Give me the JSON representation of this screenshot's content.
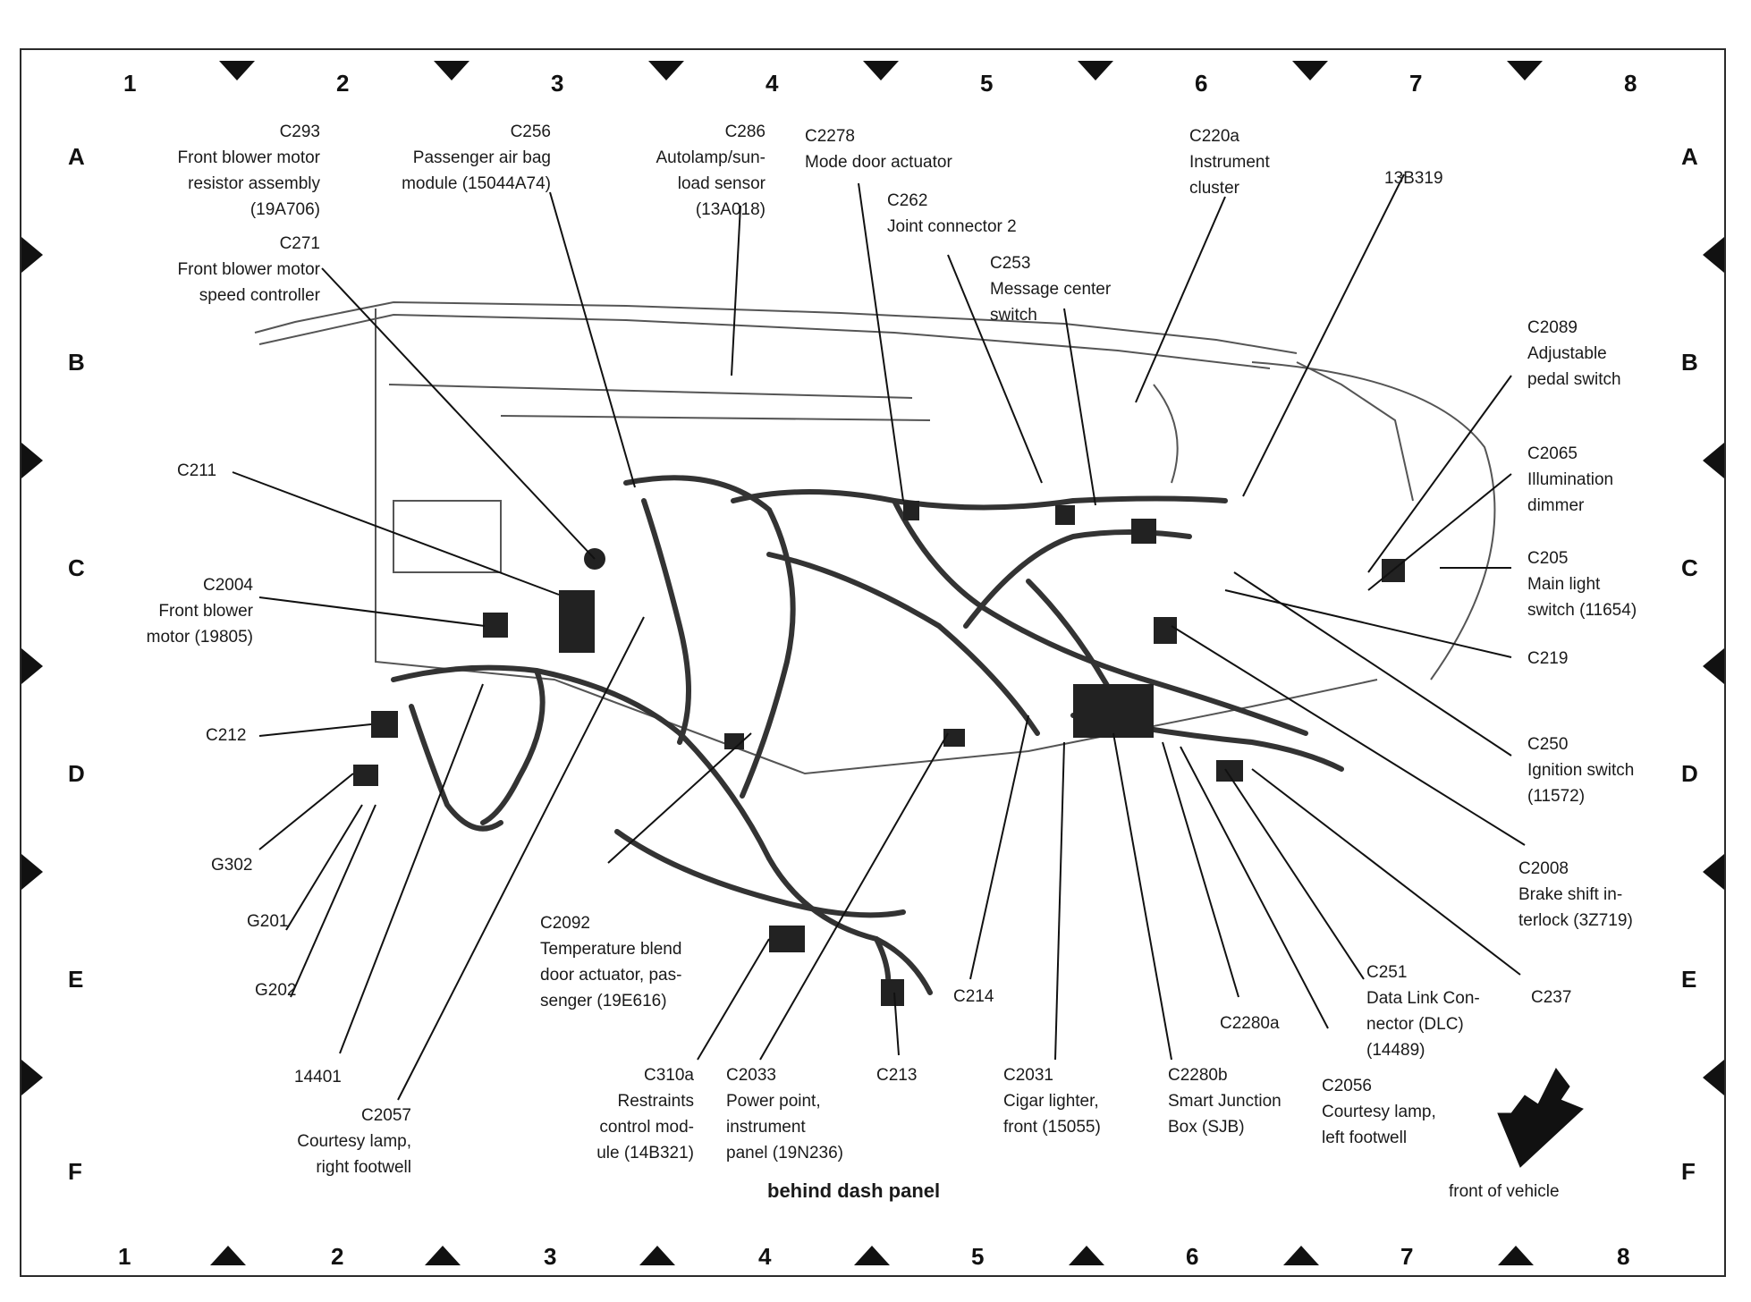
{
  "grid": {
    "columns": [
      "1",
      "2",
      "3",
      "4",
      "5",
      "6",
      "7",
      "8"
    ],
    "rows": [
      "A",
      "B",
      "C",
      "D",
      "E",
      "F"
    ]
  },
  "labels": {
    "c293": [
      "C293",
      "Front blower motor",
      "resistor assembly",
      "(19A706)"
    ],
    "c271": [
      "C271",
      "Front blower motor",
      "speed controller"
    ],
    "c256": [
      "C256",
      "Passenger air bag",
      "module (15044A74)"
    ],
    "c286": [
      "C286",
      "Autolamp/sun-",
      "load sensor",
      "(13A018)"
    ],
    "c2278": [
      "C2278",
      "Mode door actuator"
    ],
    "c262": [
      "C262",
      "Joint connector 2"
    ],
    "c253": [
      "C253",
      "Message center",
      "switch"
    ],
    "c220a": [
      "C220a",
      "Instrument",
      "cluster"
    ],
    "b13b319": [
      "13B319"
    ],
    "c2089": [
      "C2089",
      "Adjustable",
      "pedal switch"
    ],
    "c2065": [
      "C2065",
      "Illumination",
      "dimmer"
    ],
    "c205": [
      "C205",
      "Main light",
      "switch (11654)"
    ],
    "c219": [
      "C219"
    ],
    "c250": [
      "C250",
      "Ignition switch",
      "(11572)"
    ],
    "c2008": [
      "C2008",
      "Brake shift in-",
      "terlock (3Z719)"
    ],
    "c237": [
      "C237"
    ],
    "c211": [
      "C211"
    ],
    "c2004": [
      "C2004",
      "Front blower",
      "motor (19805)"
    ],
    "c212": [
      "C212"
    ],
    "g302": [
      "G302"
    ],
    "g201": [
      "G201"
    ],
    "g202": [
      "G202"
    ],
    "n14401": [
      "14401"
    ],
    "c2057": [
      "C2057",
      "Courtesy lamp,",
      "right footwell"
    ],
    "c2092": [
      "C2092",
      "Temperature blend",
      "door actuator, pas-",
      "senger (19E616)"
    ],
    "c310a": [
      "C310a",
      "Restraints",
      "control mod-",
      "ule (14B321)"
    ],
    "c2033": [
      "C2033",
      "Power point,",
      "instrument",
      "panel (19N236)"
    ],
    "c213": [
      "C213"
    ],
    "c214": [
      "C214"
    ],
    "c2031": [
      "C2031",
      "Cigar lighter,",
      "front (15055)"
    ],
    "c2280a": [
      "C2280a"
    ],
    "c2280b": [
      "C2280b",
      "Smart Junction",
      "Box (SJB)"
    ],
    "c251": [
      "C251",
      "Data Link Con-",
      "nector (DLC)",
      "(14489)"
    ],
    "c2056": [
      "C2056",
      "Courtesy lamp,",
      "left footwell"
    ]
  },
  "captions": {
    "behind_dash": "behind dash panel",
    "front_of_vehicle": "front of vehicle"
  }
}
